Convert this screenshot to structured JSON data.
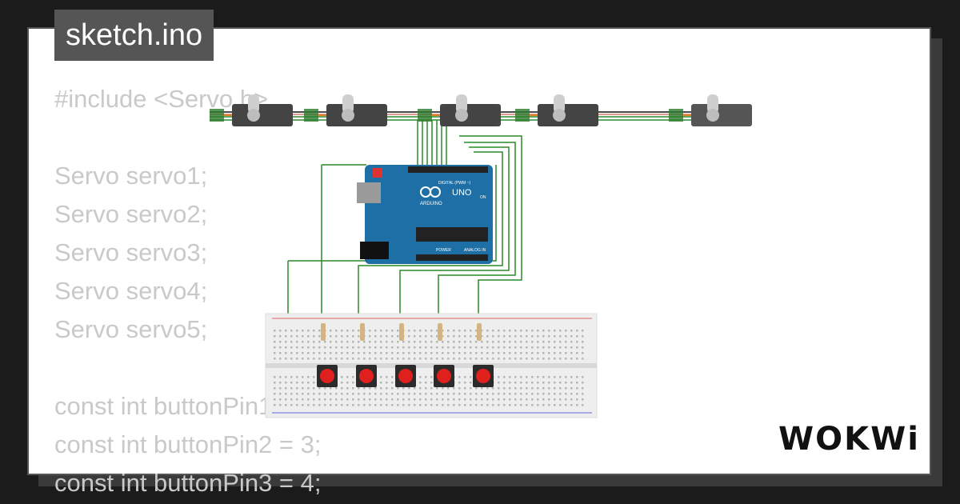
{
  "file": {
    "name": "sketch.ino"
  },
  "code_lines": [
    "#include <Servo.h>",
    "",
    "Servo servo1;",
    "Servo servo2;",
    "Servo servo3;",
    "Servo servo4;",
    "Servo servo5;",
    "",
    "const int buttonPin1 = 2;",
    "const int buttonPin2 = 3;",
    "const int buttonPin3 = 4;"
  ],
  "board": {
    "brand": "ARDUINO",
    "model": "UNO",
    "header_label": "DIGITAL (PWM ~)",
    "power_label": "POWER",
    "analog_label": "ANALOG IN",
    "on_label": "ON"
  },
  "brand": {
    "logo": "WOKWi"
  },
  "colors": {
    "board": "#1f6fa7",
    "wire": "#2a8a2a",
    "button": "#e0201c",
    "breadboard": "#eeeeee"
  }
}
